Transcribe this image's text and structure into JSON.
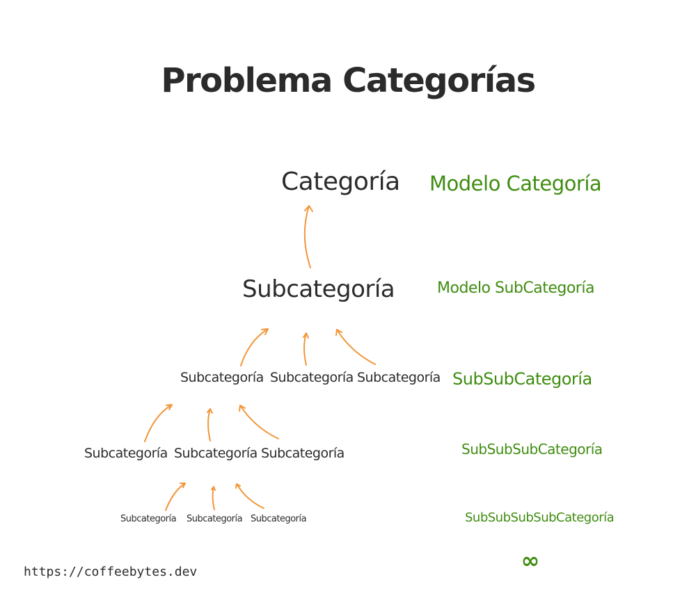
{
  "title": "Problema Categorías",
  "tree": {
    "root": "Categoría",
    "level2": "Subcategoría",
    "level3": [
      "Subcategoría",
      "Subcategoría",
      "Subcategoría"
    ],
    "level4": [
      "Subcategoría",
      "Subcategoría",
      "Subcategoría"
    ],
    "level5": [
      "Subcategoría",
      "Subcategoría",
      "Subcategoría"
    ]
  },
  "models": {
    "category": "Modelo Categoría",
    "subcategory": "Modelo SubCategoría",
    "subsub": "SubSubCategoría",
    "subsubsub": "SubSubSubCategoría",
    "subsubsubsub": "SubSubSubSubCategoría",
    "infinity": "∞"
  },
  "footer": {
    "url": "https://coffeebytes.dev"
  },
  "colors": {
    "text": "#2b2b2b",
    "model_text": "#3f8c10",
    "arrow": "#f2963a",
    "background": "#ffffff"
  }
}
